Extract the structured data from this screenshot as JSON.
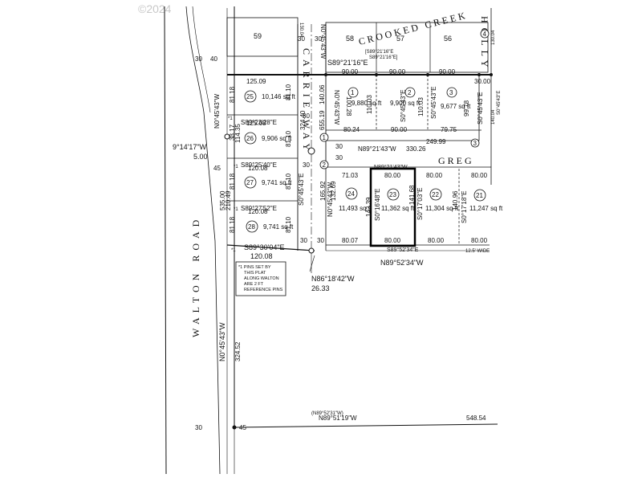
{
  "watermark": "©2024",
  "roads": {
    "walton": "WALTON ROAD",
    "carrie": "CARRIE WAY",
    "greg": "GREG",
    "holly": "HOLLY",
    "crooked_creek": "CROOKED CREEK"
  },
  "lots": [
    {
      "id": "59",
      "number": "59",
      "area": ""
    },
    {
      "id": "58",
      "number": "58",
      "area": ""
    },
    {
      "id": "57",
      "number": "57",
      "area": ""
    },
    {
      "id": "56",
      "number": "56",
      "area": ""
    },
    {
      "id": "1",
      "number": "1",
      "area": "9,880 sq ft"
    },
    {
      "id": "2",
      "number": "2",
      "area": "9,900 sq ft"
    },
    {
      "id": "3",
      "number": "3",
      "area": "9,677 sq ft"
    },
    {
      "id": "25",
      "number": "25",
      "area": "10,146 sq ft"
    },
    {
      "id": "26",
      "number": "26",
      "area": "9,906 sq ft"
    },
    {
      "id": "27",
      "number": "27",
      "area": "9,741 sq ft"
    },
    {
      "id": "28",
      "number": "28",
      "area": "9,741 sq ft"
    },
    {
      "id": "24",
      "number": "24",
      "area": "11,493 sq ft"
    },
    {
      "id": "23",
      "number": "23",
      "area": "11,362 sq ft"
    },
    {
      "id": "22",
      "number": "22",
      "area": "11,304 sq ft"
    },
    {
      "id": "21",
      "number": "21",
      "area": "11,247 sq ft"
    }
  ],
  "bearings": {
    "top_line": "S89°21'16\"E",
    "creek_bracket_1": "[S89°21'16\"E",
    "creek_bracket_2": "S89°21'16\"E]",
    "n04543w_upper": "N0°45'43\"W",
    "n04543w_lot1": "N0°45'43\"W",
    "s04543e_lot2": "S0°45'43\"E",
    "s04543e_lot3": "S0°45'43\"E",
    "s04543e_right": "S0°45'43\"E",
    "holly_side": "S0°45'43\"E",
    "line_25_26": "S89°23'28\"E",
    "line_26_27": "S89°25'40\"E",
    "line_27_28": "S89°27'52\"E",
    "line_28_bottom": "S89°30'04\"E",
    "west_walton": "N0°45'43\"W",
    "west_walton_lower": "N0°45'43\"W",
    "carrie_east": "S0°45'43\"E",
    "carrie_east_2": "N0°45'43\"W",
    "greg_north": "N89°21'43\"W",
    "greg_north_2": "N89°21'43\"W",
    "lot_24_23": "S0°16'48\"E",
    "lot_23_22": "S0°17'03\"E",
    "lot_22_21": "S0°17'18\"E",
    "lots_south": "S89°52'34\"E",
    "south_line": "N89°52'34\"W",
    "bottom_line_rec": "(N89°52'31\"W)",
    "bottom_line": "N89°51'19\"W",
    "tie_angle": "9°14'17\"W",
    "tie_line": "N86°18'42\"W"
  },
  "distances": {
    "d_125_09": "125.09",
    "d_125_08": "125.08",
    "d_120_08a": "120.08",
    "d_120_08b": "120.08",
    "d_120_08c": "120.08",
    "d_90a": "90.00",
    "d_90b": "90.00",
    "d_90c": "90.00",
    "d_30a": "30.00",
    "d_80_24": "80.24",
    "d_90_00": "90.00",
    "d_79_75": "79.75",
    "d_330_26": "330.26",
    "d_249_99": "249.99",
    "d_71_03": "71.03",
    "d_80a": "80.00",
    "d_80b": "80.00",
    "d_80c": "80.00",
    "d_80d": "80.00",
    "d_80e": "80.00",
    "d_80f": "80.00",
    "d_80_07": "80.07",
    "d_81_18a": "81.18",
    "d_81_10a": "81.10",
    "d_81_10b": "81.10",
    "d_81_10c": "81.10",
    "d_81_18b": "81.18",
    "d_81_18c": "81.18",
    "d_81_18d": "81.18",
    "d_33_17": "33.17",
    "d_100_28": "100.28",
    "d_110_03a": "110.03",
    "d_110_03b": "110.03",
    "d_99_78": "99.78",
    "d_140_06": "140.06",
    "d_655_19": "655.19",
    "d_324_40": "324.40",
    "d_165_92": "165.92",
    "d_132_69": "132.69",
    "d_142_39": "142.39",
    "d_141_68": "141.68",
    "d_140_96": "140.96",
    "d_140_04": "140.04",
    "d_130_04a": "130.04",
    "d_130_04b": "130.04",
    "d_535_00": "535.00",
    "d_210_49": "210.49",
    "d_324_52": "324.52",
    "d_548_54": "548.54",
    "d_5_00": "5.00",
    "d_26_33": "26.33",
    "d_12_5": "12.5' WIDE",
    "d_114_35": "114.35",
    "w30_a": "30",
    "w40": "40",
    "w30_b": "30",
    "w30_c": "30",
    "w45_a": "45",
    "w30_d": "30",
    "w30_e": "30",
    "w30_f": "30",
    "w45_b": "45",
    "w30_g": "30",
    "w30_h": "30",
    "w30_i": "30",
    "w30_j": "30"
  },
  "markers": {
    "m1": "1",
    "m2": "2",
    "m3": "3",
    "m4": "4"
  },
  "pin_marks": [
    "*1",
    "*1",
    "*1",
    "*1"
  ],
  "note": {
    "lines": [
      "*1 PINS SET BY",
      "THIS PLAT",
      "ALONG WALTON",
      "ARE 2 FT",
      "REFERENCE PINS"
    ]
  },
  "colors": {
    "line": "#111111",
    "highlight": "#000000",
    "watermark": "#c8c8c8"
  }
}
